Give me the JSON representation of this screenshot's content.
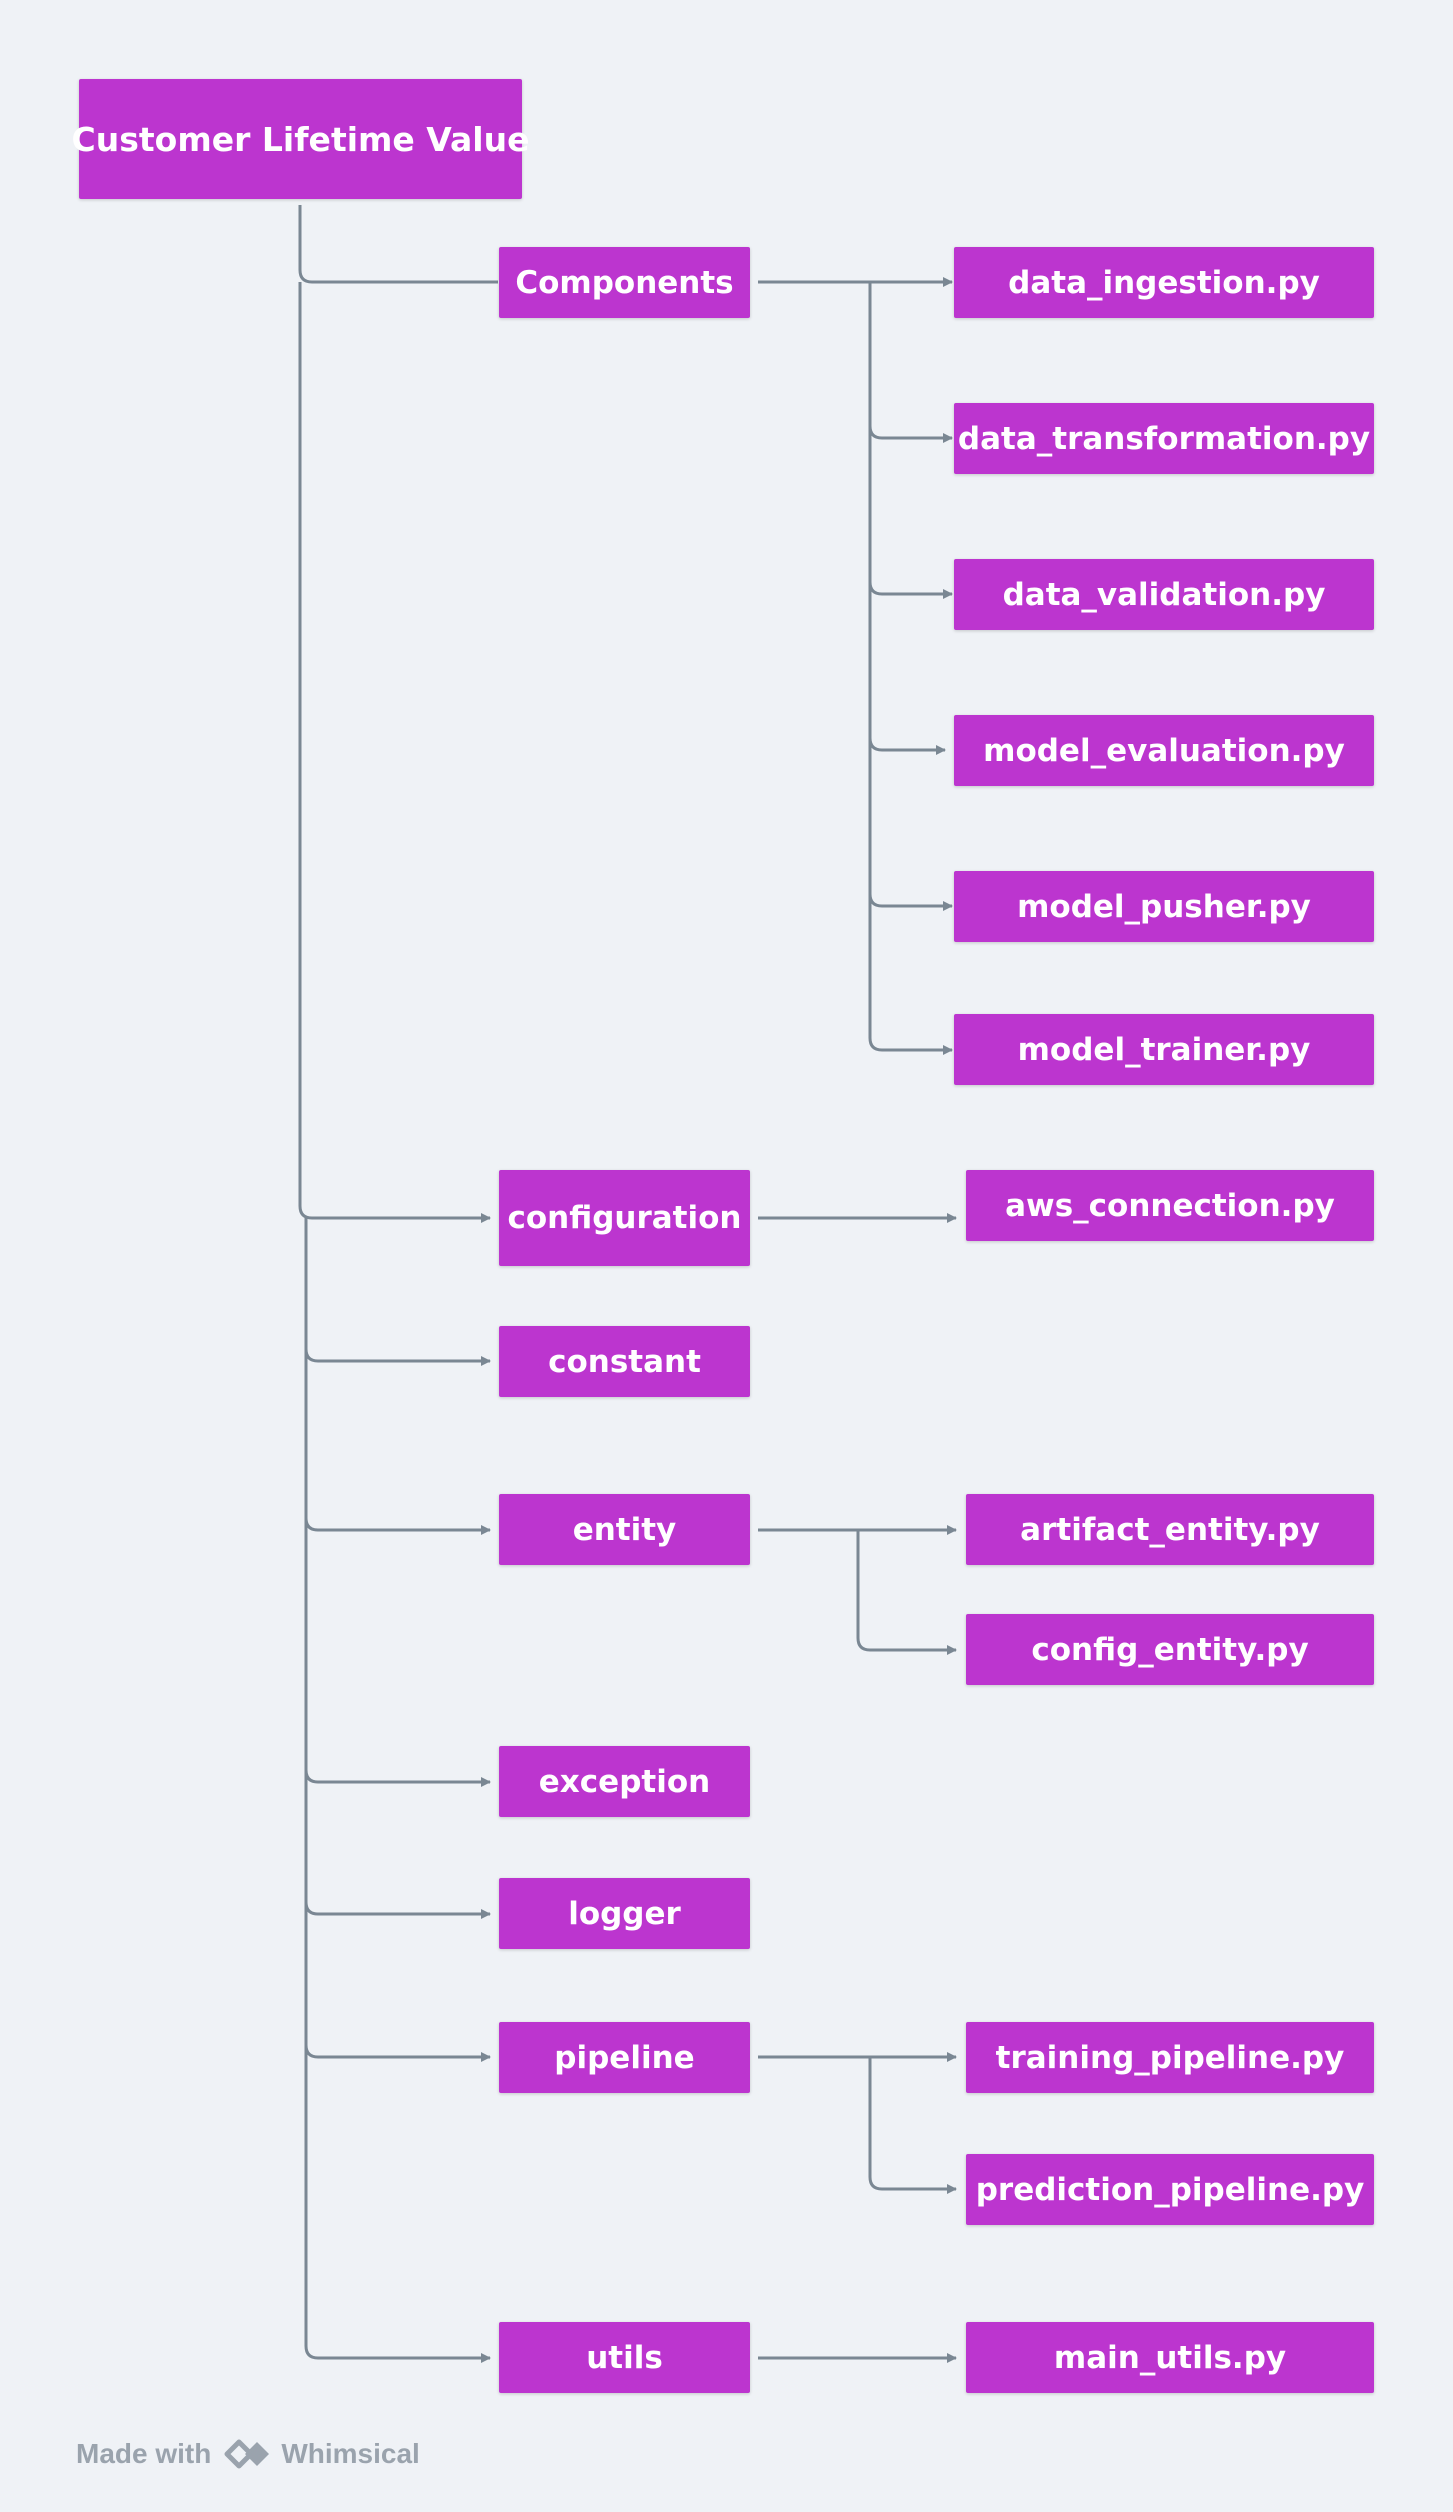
{
  "root": {
    "label": "Customer Lifetime Value"
  },
  "folders": {
    "components": {
      "label": "Components",
      "files": [
        "data_ingestion.py",
        "data_transformation.py",
        "data_validation.py",
        "model_evaluation.py",
        "model_pusher.py",
        "model_trainer.py"
      ]
    },
    "configuration": {
      "label": "configuration",
      "files": [
        "aws_connection.py"
      ]
    },
    "constant": {
      "label": "constant",
      "files": []
    },
    "entity": {
      "label": "entity",
      "files": [
        "artifact_entity.py",
        "config_entity.py"
      ]
    },
    "exception": {
      "label": "exception",
      "files": []
    },
    "logger": {
      "label": "logger",
      "files": []
    },
    "pipeline": {
      "label": "pipeline",
      "files": [
        "training_pipeline.py",
        "prediction_pipeline.py"
      ]
    },
    "utils": {
      "label": "utils",
      "files": [
        "main_utils.py"
      ]
    }
  },
  "footer": {
    "made_with": "Made with",
    "brand": "Whimsical",
    "brand_icon": "whimsical-logo-icon"
  },
  "colors": {
    "node": "#bc35cf",
    "connector": "#7a8793",
    "background": "#eff2f6",
    "footer_text": "#9aa3ad"
  }
}
